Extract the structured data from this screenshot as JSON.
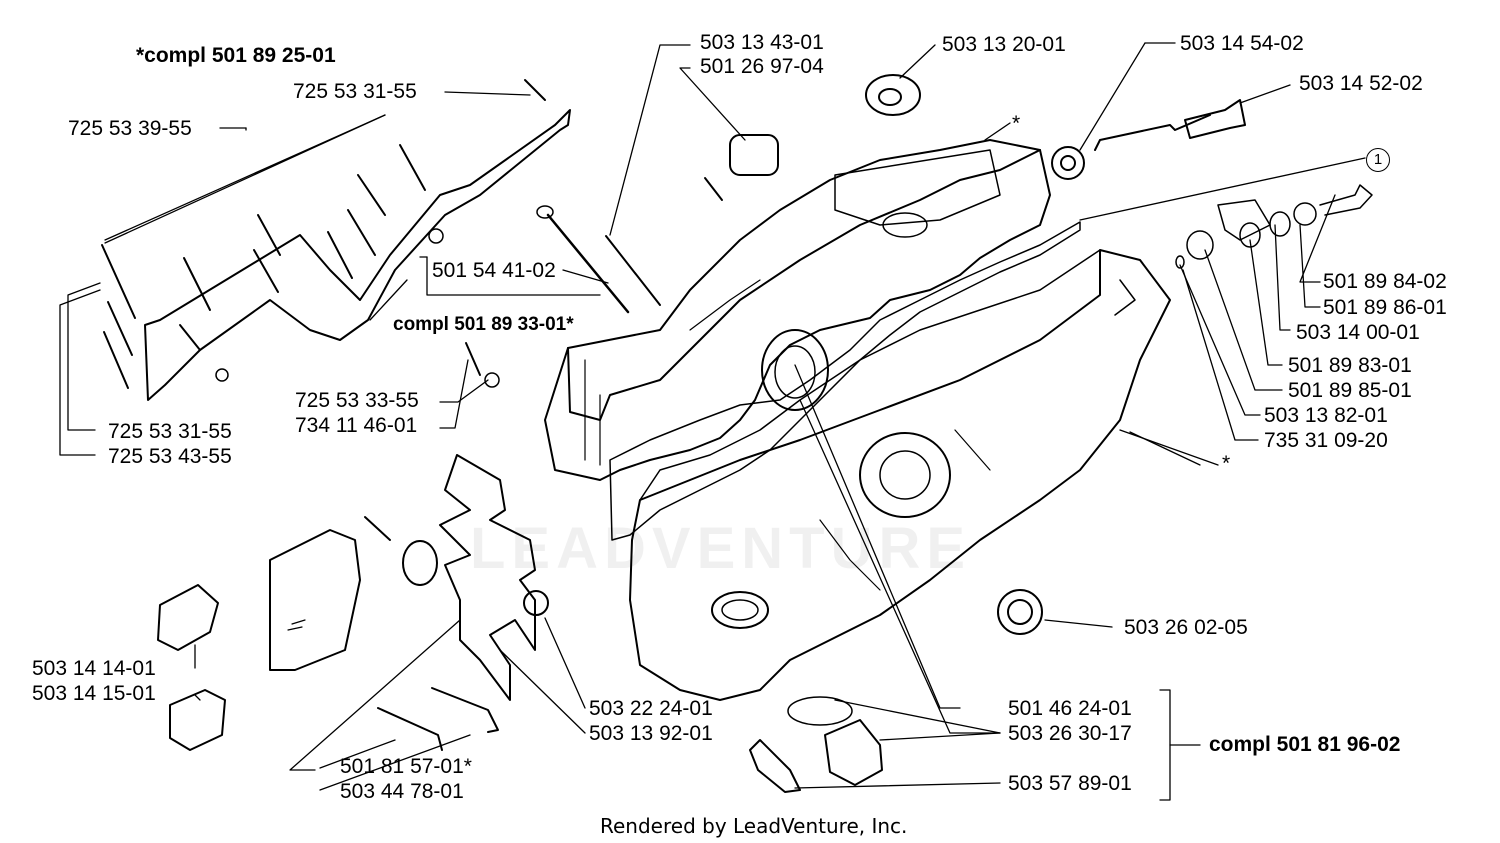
{
  "assemblies": {
    "compl_1": "*compl 501 89 25-01",
    "compl_2": "compl 501 89 33-01*",
    "compl_3": "compl 501 81 96-02"
  },
  "parts": {
    "p503_13_43_01": "503 13 43-01",
    "p501_26_97_04": "501 26 97-04",
    "p503_13_20_01": "503 13 20-01",
    "p503_14_54_02": "503 14 54-02",
    "p503_14_52_02": "503 14 52-02",
    "p725_53_31_55_top": "725 53 31-55",
    "p725_53_39_55": "725 53 39-55",
    "p501_54_41_02": "501 54 41-02",
    "p725_53_33_55": "725 53 33-55",
    "p734_11_46_01": "734 11 46-01",
    "p725_53_31_55_bottom": "725 53 31-55",
    "p725_53_43_55": "725 53 43-55",
    "p501_89_84_02": "501 89 84-02",
    "p501_89_86_01": "501 89 86-01",
    "p503_14_00_01": "503 14 00-01",
    "p501_89_83_01": "501 89 83-01",
    "p501_89_85_01": "501 89 85-01",
    "p503_13_82_01": "503 13 82-01",
    "p735_31_09_20": "735 31 09-20",
    "p503_26_02_05": "503 26 02-05",
    "p501_46_24_01": "501 46 24-01",
    "p503_26_30_17": "503 26 30-17",
    "p503_57_89_01": "503 57 89-01",
    "p503_22_24_01": "503 22 24-01",
    "p503_13_92_01": "503 13 92-01",
    "p501_81_57_01": "501 81 57-01*",
    "p503_44_78_01": "503 44 78-01",
    "p503_14_14_01": "503 14 14-01",
    "p503_14_15_01": "503 14 15-01"
  },
  "markers": {
    "star_top": "*",
    "star_right": "*",
    "circle_one": "1"
  },
  "watermark": "LEADVENTURE",
  "footer": "Rendered by LeadVenture, Inc."
}
